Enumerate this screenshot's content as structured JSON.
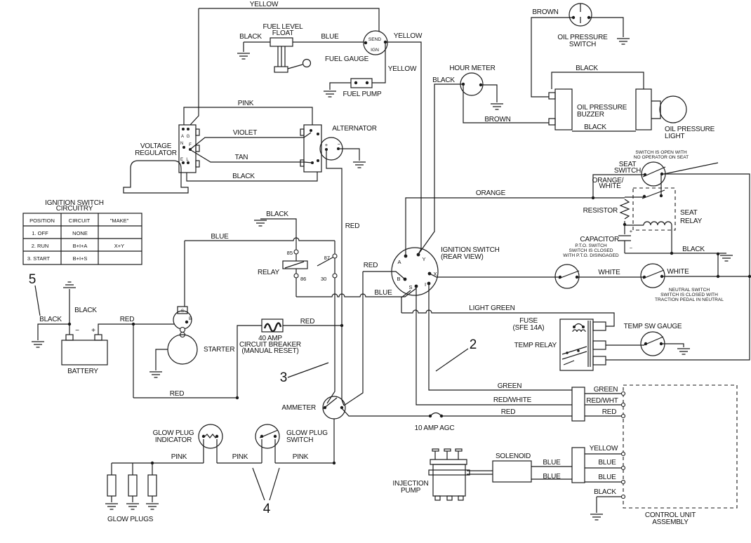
{
  "diagram_type": "tractor electrical wiring schematic",
  "accent_colors": {
    "line": "#1a1a1a",
    "background": "#ffffff"
  },
  "labels": {
    "yellow_top": "YELLOW",
    "fuel_level_1": "FUEL LEVEL",
    "fuel_level_2": "FLOAT",
    "black_fuel": "BLACK",
    "blue_float": "BLUE",
    "send": "SEND",
    "ign": "IGN",
    "yellow_gauge": "YELLOW",
    "fuel_gauge": "FUEL GAUGE",
    "yellow_pump": "YELLOW",
    "fuel_pump": "FUEL PUMP",
    "brown_ops": "BROWN",
    "ops_1": "OIL PRESSURE",
    "ops_2": "SWITCH",
    "hour_meter": "HOUR METER",
    "black_hour": "BLACK",
    "black_buzz_top": "BLACK",
    "buzz_1": "OIL PRESSURE",
    "buzz_2": "BUZZER",
    "brown_buzz": "BROWN",
    "black_buzz_bot": "BLACK",
    "light_1": "OIL PRESSURE",
    "light_2": "LIGHT",
    "pink": "PINK",
    "violet": "VIOLET",
    "alternator": "ALTERNATOR",
    "vr_1": "VOLTAGE",
    "vr_2": "REGULATOR",
    "tan": "TAN",
    "black_reg": "BLACK",
    "icc_1": "IGNITION SWITCH",
    "icc_2": "CIRCUITRY",
    "orange": "ORANGE",
    "black_relay": "BLACK",
    "so_1": "SWITCH IS OPEN WITH",
    "so_2": "NO OPERATOR ON SEAT",
    "ss_1": "SEAT",
    "ss_2": "SWITCH",
    "ow_1": "ORANGE/",
    "ow_2": "WHITE",
    "resistor": "RESISTOR",
    "sr_1": "SEAT",
    "sr_2": "RELAY",
    "blue_relay": "BLUE",
    "red_alt": "RED",
    "capacitor": "CAPACITOR",
    "black_seat": "BLACK",
    "r85": "85",
    "r87": "87",
    "r86": "86",
    "r30": "30",
    "relay": "RELAY",
    "is_1": "IGNITION SWITCH",
    "is_2": "(REAR VIEW)",
    "tA": "A",
    "tY": "Y",
    "tB": "B",
    "tX": "X",
    "tS": "S",
    "tI": "I",
    "pto_1": "P.T.O. SWITCH",
    "pto_2": "SWITCH IS CLOSED",
    "pto_3": "WITH P.T.O. DISINGAGED",
    "red_b": "RED",
    "white_1": "WHITE",
    "white_2": "WHITE",
    "n_1": "NEUTRAL SWITCH",
    "n_2": "SWITCH IS CLOSED WITH",
    "n_3": "TRACTION PEDAL IN NEUTRAL",
    "blue_ign": "BLUE",
    "light_green": "LIGHT GREEN",
    "black_bat_left": "BLACK",
    "black_bat": "BLACK",
    "red_bat": "RED",
    "fuse_1": "FUSE",
    "fuse_2": "(SFE 14A)",
    "temp_sw_gauge": "TEMP SW GAUGE",
    "starter": "STARTER",
    "red_breaker": "RED",
    "brk_1": "40 AMP",
    "brk_2": "CIRCUIT BREAKER",
    "brk_3": "(MANUAL RESET)",
    "temp_relay": "TEMP RELAY",
    "battery": "BATTERY",
    "red_bottom": "RED",
    "green_l": "GREEN",
    "green_r": "GREEN",
    "rw_l": "RED/WHITE",
    "rw_r": "RED/WHT",
    "red_l": "RED",
    "red_r": "RED",
    "ammeter": "AMMETER",
    "agc": "10 AMP AGC",
    "gi_1": "GLOW PLUG",
    "gi_2": "INDICATOR",
    "gs_1": "GLOW PLUG",
    "gs_2": "SWITCH",
    "pink1": "PINK",
    "pink2": "PINK",
    "pink3": "PINK",
    "yellow_cu": "YELLOW",
    "solenoid": "SOLENOID",
    "blue1_l": "BLUE",
    "blue2_l": "BLUE",
    "blue1_r": "BLUE",
    "blue2_r": "BLUE",
    "inj_1": "INJECTION",
    "inj_2": "PUMP",
    "black_cu": "BLACK",
    "glow_plugs": "GLOW PLUGS",
    "cu_1": "CONTROL UNIT",
    "cu_2": "ASSEMBLY",
    "alt_plus": "+",
    "alt_minus": "−",
    "bat_minus": "−",
    "bat_plus": "+",
    "cap_plus": "+",
    "cap_minus": "−",
    "sB": "B",
    "sS": "S",
    "rA": "A",
    "rG": "G",
    "rN": "N",
    "rF": "F",
    "rE": "E",
    "rL": "L"
  },
  "callouts": {
    "n2": "2",
    "n3": "3",
    "n4": "4",
    "n5": "5"
  },
  "table": {
    "title1": "IGNITION SWITCH",
    "title2": "CIRCUITRY",
    "headers": [
      "POSITION",
      "CIRCUIT",
      "\"MAKE\""
    ],
    "rows": [
      [
        "1.  OFF",
        "NONE",
        ""
      ],
      [
        "2.  RUN",
        "B+I+A",
        "X+Y"
      ],
      [
        "3.  START",
        "B+I+S",
        ""
      ]
    ]
  }
}
